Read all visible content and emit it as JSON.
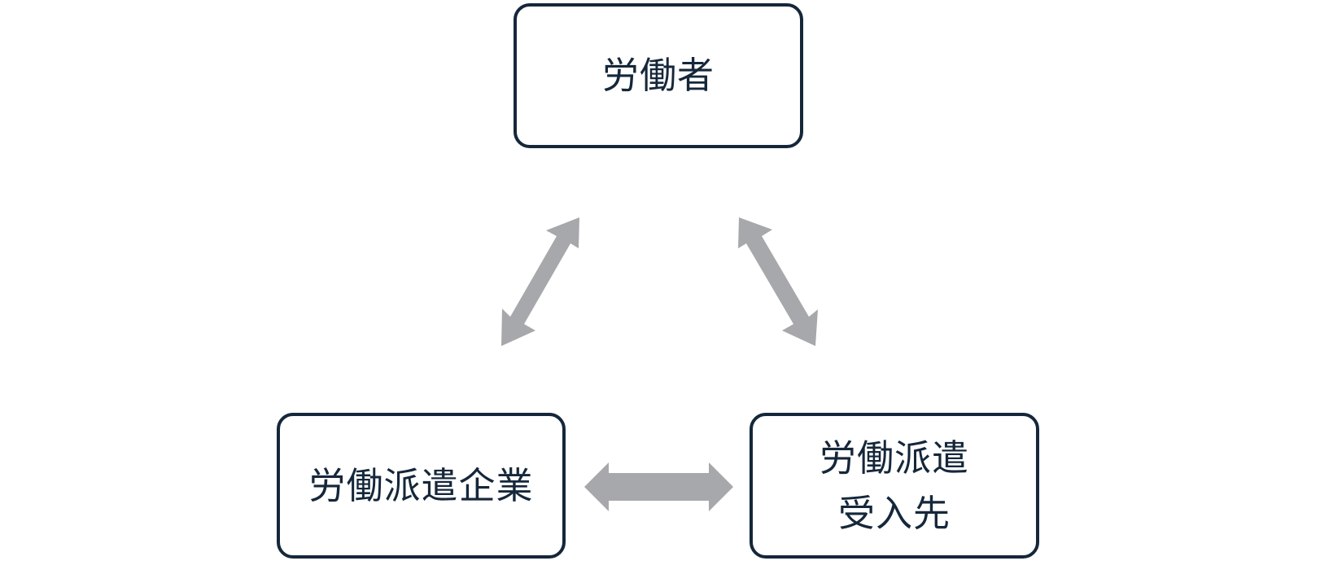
{
  "nodes": {
    "worker": {
      "label": "労働者"
    },
    "agency": {
      "label": "労働派遣企業"
    },
    "client": {
      "lines": [
        "労働派遣",
        "受入先"
      ]
    }
  },
  "colors": {
    "box_border": "#15273a",
    "text": "#15273a",
    "arrow": "#a7a8ab",
    "background": "#ffffff"
  },
  "edges": [
    {
      "from": "agency",
      "to": "worker",
      "type": "bidirectional-arrow"
    },
    {
      "from": "worker",
      "to": "client",
      "type": "bidirectional-arrow"
    },
    {
      "from": "agency",
      "to": "client",
      "type": "bidirectional-arrow"
    }
  ]
}
